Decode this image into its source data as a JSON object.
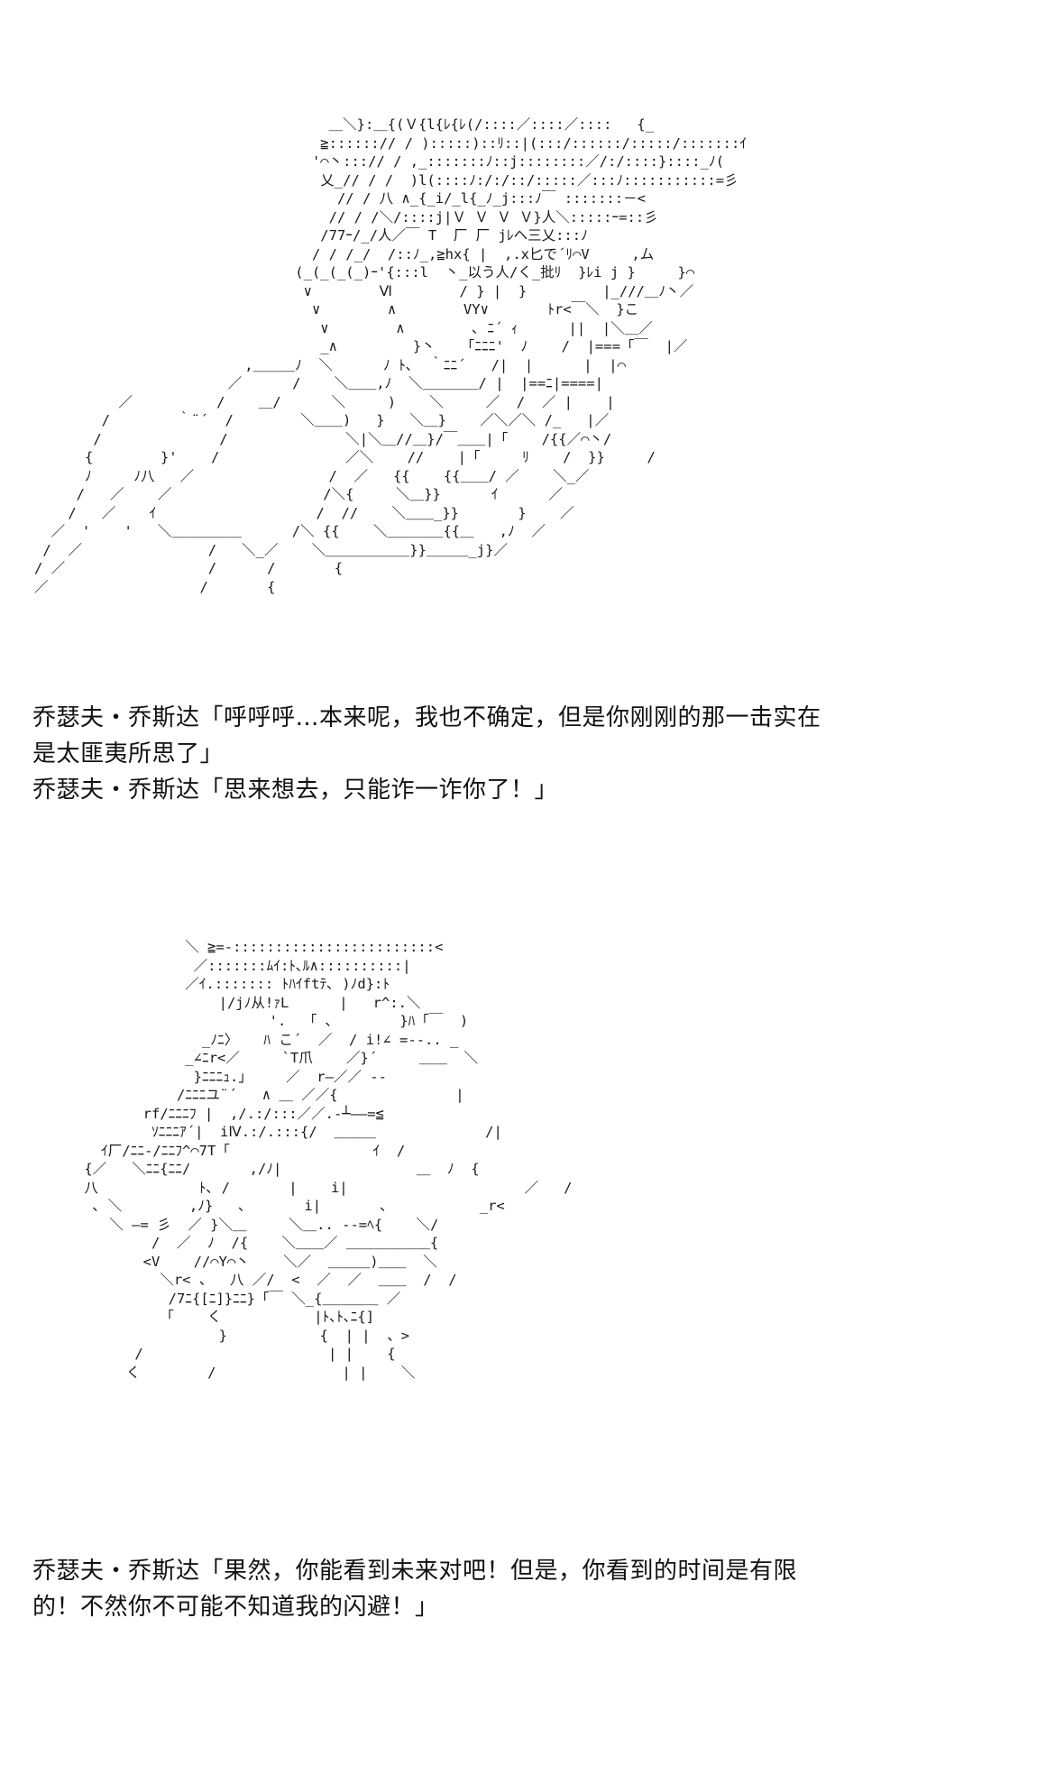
{
  "panels": [
    {
      "art": [
        "                                   ＿＼}:＿{(Ｖ{l{ﾚ{ﾚ(/::::／::::／::::   {_",
        "                                  ≧::::::// / ):::::)::ﾘ::|(:::/::::::/:::::/:::::::ｲ",
        "                                 '⌒丶:::// / ,_:::::::ﾉ::j::::::::／/:/::::}::::_ﾉ(",
        "                                  乂_// / /  )l(::::ﾉ:/:/::/:::::／:::ﾉ:::::::::::=彡",
        "                                    // / 八 ∧_{_i/_l{_ﾉ_j:::ﾉ￣ :::::::－<",
        "                                   // / /＼/::::j|Ｖ Ｖ Ｖ Ｖ}人＼:::::ｰ=::彡",
        "                                  /77ｰ/_/人／￣ T  厂 厂 jﾚヘ三乂:::ﾉ",
        "                                 / / /_/  /::ﾉ_,≧hx{ |  ,.x匕で´ﾘ⌒V     ,ム",
        "                               (_(_(_(_)ｰ'{:::l  丶_以う人/く_批ﾘ  }ﾚi j }     }⌒",
        "                                ∨        Ⅵ        / } |  }         |_///＿ﾉ丶／",
        "                                 ∨        ∧        VY∨       ﾄr<￣＼  }こ",
        "                                  ∨        ∧        ､ ﾆ´ ｨ      ||  |＼＿／",
        "                                  _∧         }丶   「ﾆﾆﾆ'  ﾉ    /  |===「￣  |／",
        "                         ,＿＿＿ﾉ  ＼      ﾉ ﾄ､  ｀ﾆﾆ´   /|  |      |  |⌒",
        "                       ／      /    ＼＿＿,ﾉ  ＼＿＿＿＿/ |  |==ﾆ|====|",
        "          ／          /    ＿/      ＼     )    ＼     ／  /  ／ |    |",
        "        /        ｀¨´  /        ＼＿＿)   }   ＼＿}    ／＼／＼ /_   |／",
        "       /              /              ＼|＼＿//＿}/￣＿＿|「    /{{／⌒丶/",
        "      {        }'    /               ／＼    //    |「     ﾘ    /  }}     /",
        "      ﾉ     ﾉ八   ／                /  ／   {{    {{＿＿/ ／    ＼_／",
        "     /   ／    ／                  /＼{     ＼＿}}      ｲ      ／",
        "    /   ／    ｲ                   /  //    ＼＿＿_}}       }    ／",
        "  ／  '    '   ＼＿＿＿＿＿      /＼ {{    ＼＿＿＿＿{{＿   ,ﾉ  ／",
        " /  ／               /   ＼_／    ＼＿＿＿＿＿＿}}＿＿＿_j}／",
        "/ ／                 /      /       {",
        "／                  /       {"
      ],
      "lines": [
        "乔瑟夫・乔斯达「呼呼呼…本来呢，我也不确定，但是你刚刚的那一击实在",
        "是太匪夷所思了」",
        "乔瑟夫・乔斯达「思来想去，只能诈一诈你了！」"
      ]
    },
    {
      "art": [
        "                ＼ ≧=-::::::::::::::::::::::::<",
        "                 ／:::::::ﾑｲ:ﾄ､ﾙ∧::::::::::|",
        "                ／ｲ.::::::: ﾄﾊｲftﾃ､ )ﾉd}:ﾄ",
        "                    |/jﾉ从!ｧL      |   r^:.＼",
        "                          '.  「 ､        }ﾊ「￣  )",
        "                  _ﾉﾆ〉   ﾊ こ´  ／  / i!∠ =-‐.. _",
        "                _∠ﾆr<／     `T爪    ／}´     ＿＿  ＼",
        "                 }ﾆﾆﾆｭ.」    ／  r―／／ ‐‐",
        "               /ﾆﾆﾆユ¨´   ∧ ＿ ／／{              |",
        "           rf/ﾆﾆﾆﾌ |  ,/.:/:::／／.-┴――=≦",
        "            ｿﾆﾆﾆｱ´|  iⅣ.:/.:::{/  ＿＿＿             /|",
        "      ｲ厂/ﾆﾆ-/ﾆﾆﾌ^⌒7T「                 ｲ  /",
        "    {／   ＼ﾆﾆ{ﾆﾆ/       ,/ﾉ|                ＿  ﾉ  {",
        "    八            ﾄ､ /       |    i|                     ／   /",
        "     ､ ＼        ,ﾉ}   ､       i|       ､           _r<",
        "       ＼ ―= 彡  ／ }＼＿     ＼＿.. -‐=ﾍ{    ＼/",
        "            /  ／  ﾉ  /{    ＼＿＿／ ＿＿＿＿＿＿{",
        "           <V    //⌒Y⌒丶    ＼／  ＿＿＿)＿＿  ＼",
        "             ＼r< 、  八 ／/  <  ／  ／  ＿＿  /  /",
        "              /7ﾆ{[ﾆ]}ﾆﾆ}「￣ ＼_{＿＿＿＿ ／",
        "             「    く           |ﾄ､ﾄ､ﾆ{]",
        "                    }           {  | |  、>",
        "          /                      | |    {",
        "         く        /               | |    ＼"
      ],
      "lines": [
        "乔瑟夫・乔斯达「果然，你能看到未来对吧！但是，你看到的时间是有限",
        "的！不然你不可能不知道我的闪避！」"
      ]
    }
  ]
}
